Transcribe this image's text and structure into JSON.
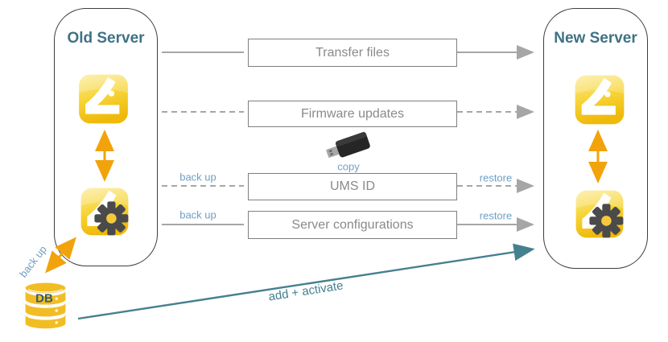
{
  "diagram": {
    "old_server": {
      "title": "Old Server"
    },
    "new_server": {
      "title": "New Server"
    },
    "steps": [
      {
        "label": "Transfer files",
        "left_line": "solid",
        "right_line": "solid-arrow"
      },
      {
        "label": "Firmware updates",
        "left_line": "dashed",
        "right_line": "dashed-arrow"
      },
      {
        "label": "UMS ID",
        "left_line": "dashed",
        "left_label": "back up",
        "right_line": "dashed-arrow",
        "right_label": "restore"
      },
      {
        "label": "Server configurations",
        "left_line": "solid",
        "left_label": "back up",
        "right_line": "solid-arrow",
        "right_label": "restore"
      }
    ],
    "usb_stick": {
      "label": "copy"
    },
    "database": {
      "label": "DB",
      "backup_label": "back up"
    },
    "migration_arrow": {
      "label": "add + activate"
    }
  },
  "colors": {
    "teal": "#3F7285",
    "teal_arrow": "#45808F",
    "light_blue": "#6FA0C3",
    "gray_line": "#A6A6A6",
    "box_border": "#7F7F7F",
    "box_text": "#8A8A8A",
    "orange": "#F2A30B",
    "gold": "#F2BD24",
    "gear": "#4A4A4A",
    "db_text": "#2E5B6C"
  }
}
